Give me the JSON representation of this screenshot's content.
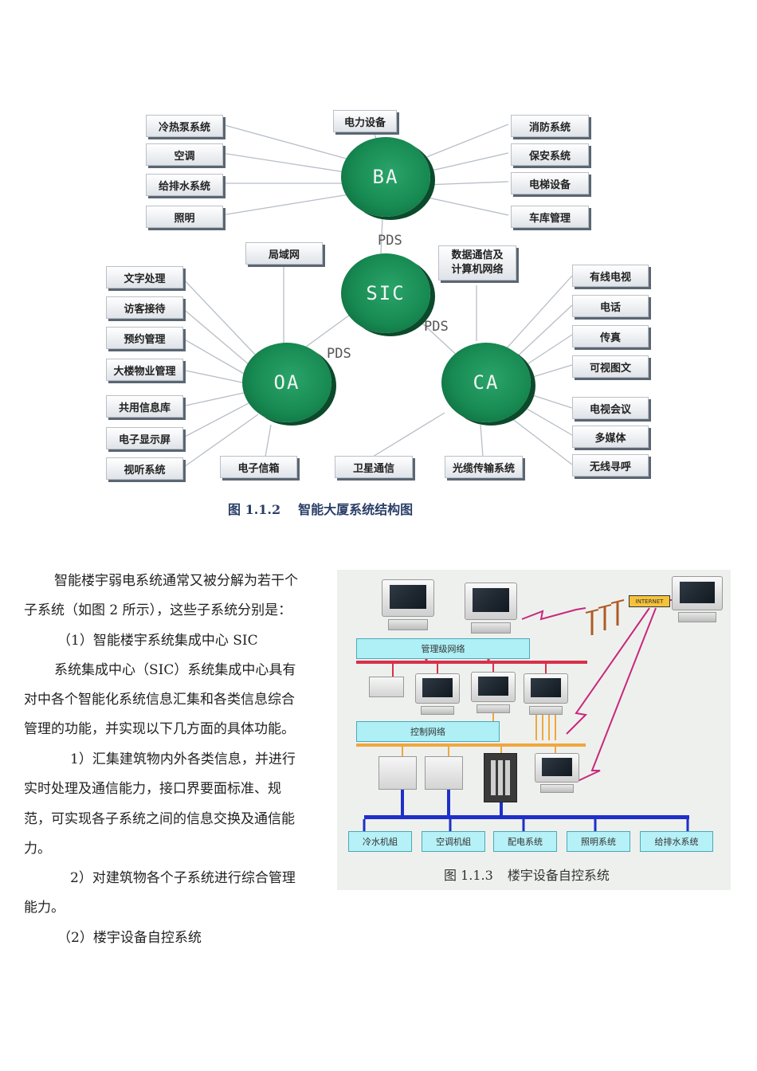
{
  "figure1": {
    "center_nodes": {
      "ba": "BA",
      "sic": "SIC",
      "oa": "OA",
      "ca": "CA"
    },
    "pds_label": "PDS",
    "ba_top": "电力设备",
    "ba_left": [
      "冷热泵系统",
      "空调",
      "给排水系统",
      "照明"
    ],
    "ba_right": [
      "消防系统",
      "保安系统",
      "电梯设备",
      "车库管理"
    ],
    "oa_top": "局域网",
    "oa_left": [
      "文字处理",
      "访客接待",
      "预约管理",
      "大楼物业管理",
      "共用信息库",
      "电子显示屏",
      "视听系统"
    ],
    "oa_bottom": "电子信箱",
    "ca_top_line1": "数据通信及",
    "ca_top_line2": "计算机网络",
    "ca_right": [
      "有线电视",
      "电话",
      "传真",
      "可视图文",
      "电视会议",
      "多媒体",
      "无线寻呼"
    ],
    "ca_bottom": [
      "卫星通信",
      "光缆传输系统"
    ],
    "caption_num": "图 1.1.2",
    "caption_title": "智能大厦系统结构图"
  },
  "text": {
    "p1a": "智能楼宇弱电系统通常又被分解为若干个",
    "p1b": "子系统（如图 2 所示），这些子系统分别是：",
    "h1": "（1）智能楼宇系统集成中心 SIC",
    "p2a": "系统集成中心（SIC）系统集成中心具有",
    "p2b": "对中各个智能化系统信息汇集和各类信息综合",
    "p2c": "管理的功能，并实现以下几方面的具体功能。",
    "i1a": "1）汇集建筑物内外各类信息，并进行",
    "i1b": "实时处理及通信能力，接口界要面标准、规",
    "i1c": "范，可实现各子系统之间的信息交换及通信能",
    "i1d": "力。",
    "i2a": "2）对建筑物各个子系统进行综合管理",
    "i2b": "能力。",
    "h2": "（2）楼宇设备自控系统"
  },
  "figure2": {
    "mgmt_network": "管理级网络",
    "ctrl_network": "控制网络",
    "internet": "INTERNET",
    "subsystems": [
      "冷水机組",
      "空调机組",
      "配电系统",
      "照明系统",
      "给排水系统"
    ],
    "caption_num": "图 1.1.3",
    "caption_title": "楼宇设备自控系统"
  }
}
